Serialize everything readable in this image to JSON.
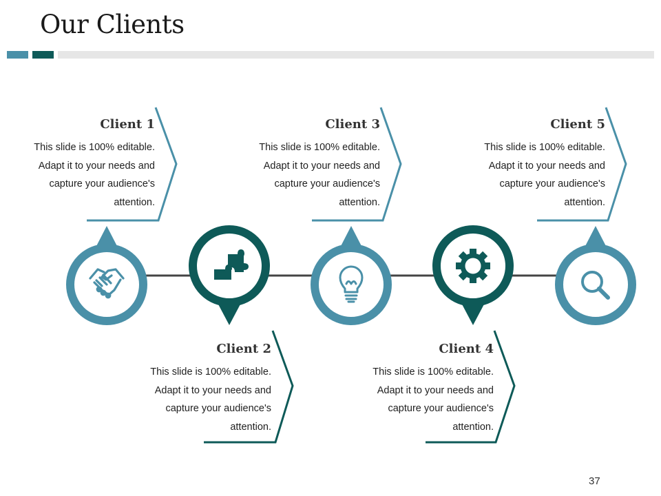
{
  "title": "Our Clients",
  "page_number": "37",
  "colors": {
    "light": "#4a90a8",
    "dark": "#0e5a58",
    "line": "#444444"
  },
  "clients": [
    {
      "name": "Client 1",
      "text": "This slide is 100% editable. Adapt it to your needs and capture your audience's attention.",
      "icon": "handshake-icon"
    },
    {
      "name": "Client 2",
      "text": "This slide is 100% editable. Adapt it to your needs and capture your audience's attention.",
      "icon": "puzzle-icon"
    },
    {
      "name": "Client 3",
      "text": "This slide is 100% editable. Adapt it to your needs and capture your audience's attention.",
      "icon": "lightbulb-icon"
    },
    {
      "name": "Client 4",
      "text": "This slide is 100% editable. Adapt it to your needs and capture your audience's attention.",
      "icon": "gear-icon"
    },
    {
      "name": "Client 5",
      "text": "This slide is 100% editable. Adapt it to your needs and capture your audience's attention.",
      "icon": "search-icon"
    }
  ]
}
